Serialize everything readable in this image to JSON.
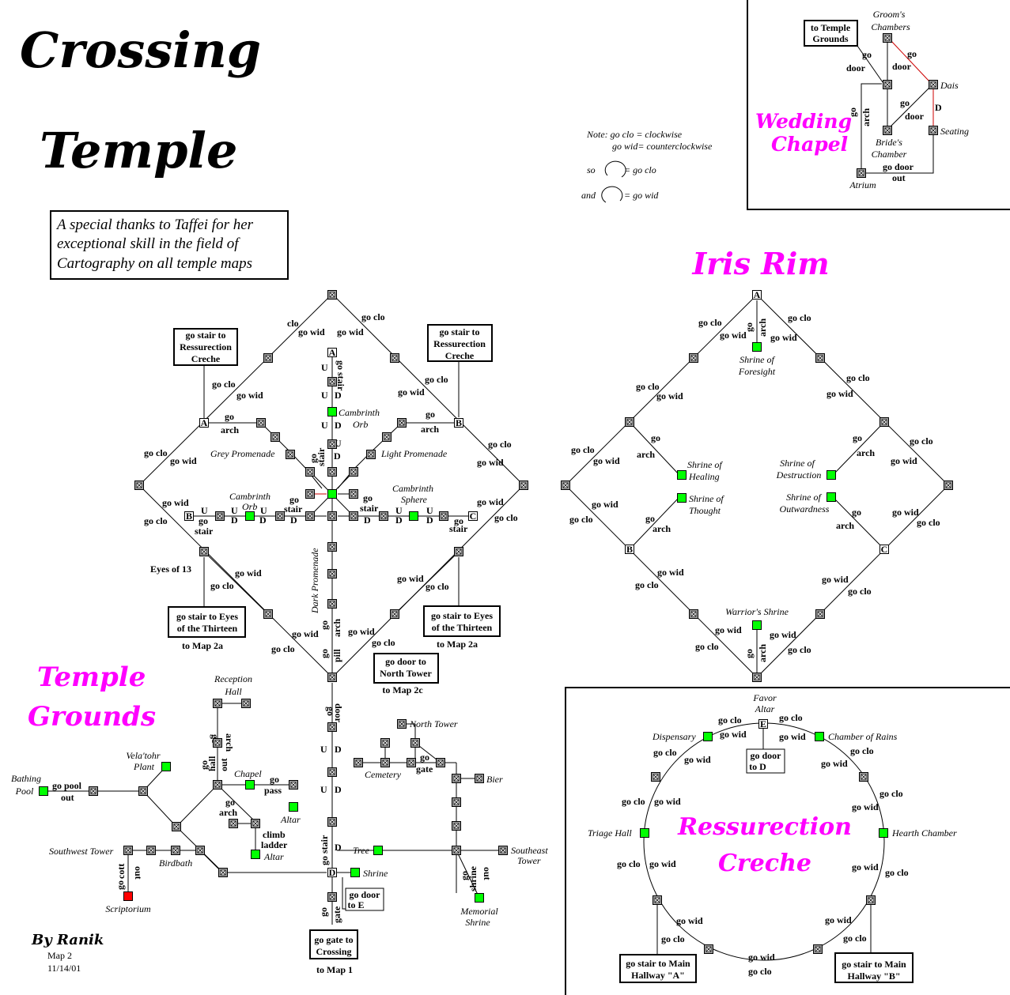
{
  "title": {
    "line1": "Crossing",
    "line2": "Temple"
  },
  "thanks": [
    "A special thanks to Taffei for her",
    "exceptional skill in the field of",
    "Cartography on all temple maps"
  ],
  "note": {
    "line1": "Note: go clo = clockwise",
    "line2": "go wid= counterclockwise",
    "so": "so",
    "so_eq": "= go clo",
    "and": "and",
    "and_eq": "= go wid"
  },
  "sections": {
    "wedding": [
      "Wedding",
      "Chapel"
    ],
    "iris": "Iris Rim",
    "grounds": [
      "Temple",
      "Grounds"
    ],
    "creche": [
      "Ressurection",
      "Creche"
    ]
  },
  "credits": {
    "by": "By Ranik",
    "map": "Map 2",
    "date": "11/14/01"
  },
  "exits": {
    "res_left": [
      "go stair to",
      "Ressurection",
      "Creche"
    ],
    "res_right": [
      "go stair to",
      "Ressurection",
      "Creche"
    ],
    "eyes_left": [
      "go stair to Eyes",
      "of the Thirteen"
    ],
    "eyes_right": [
      "go stair to Eyes",
      "of the Thirteen"
    ],
    "map2a": "to Map 2a",
    "north_tower_exit": [
      "go door to",
      "North Tower"
    ],
    "map2c": "to Map 2c",
    "gate": [
      "go gate to",
      "Crossing"
    ],
    "map1": "to Map 1",
    "door_e": [
      "go door",
      "to E"
    ],
    "wedding_grounds": [
      "to Temple",
      "Grounds"
    ],
    "creche_door_d": [
      "go door",
      "to D"
    ],
    "main_a": [
      "go stair to Main",
      "Hallway \"A\""
    ],
    "main_b": [
      "go stair to Main",
      "Hallway \"B\""
    ]
  },
  "rooms": {
    "eyes": "Eyes of 13",
    "grey": "Grey Promenade",
    "light": "Light Promenade",
    "dark": "Dark Promenade",
    "cambrinth_orb_top": [
      "Cambrinth",
      "Orb"
    ],
    "cambrinth_orb_left": [
      "Cambrinth",
      "Orb"
    ],
    "cambrinth_sphere": [
      "Cambrinth",
      "Sphere"
    ],
    "groom": [
      "Groom's",
      "Chambers"
    ],
    "dais": "Dais",
    "bride": [
      "Bride's",
      "Chamber"
    ],
    "seating": "Seating",
    "atrium": "Atrium",
    "foresight": [
      "Shrine of",
      "Foresight"
    ],
    "healing": [
      "Shrine of",
      "Healing"
    ],
    "thought": [
      "Shrine of",
      "Thought"
    ],
    "destruction": [
      "Shrine of",
      "Destruction"
    ],
    "outwardness": [
      "Shrine of",
      "Outwardness"
    ],
    "warrior": "Warrior's Shrine",
    "reception": [
      "Reception",
      "Hall"
    ],
    "velatohr": [
      "Vela'tohr",
      "Plant"
    ],
    "bathing": [
      "Bathing",
      "Pool"
    ],
    "chapel": "Chapel",
    "altar1": "Altar",
    "altar2": "Altar",
    "sw_tower": "Southwest Tower",
    "birdbath": "Birdbath",
    "scriptorium": "Scriptorium",
    "tree": "Tree",
    "shrine": "Shrine",
    "se_tower": [
      "Southeast",
      "Tower"
    ],
    "memorial": [
      "Memorial",
      "Shrine"
    ],
    "north_tower": "North Tower",
    "cemetery": "Cemetery",
    "bier": "Bier",
    "favor": [
      "Favor",
      "Altar"
    ],
    "dispensary": "Dispensary",
    "chamber_rains": "Chamber of Rains",
    "triage": "Triage Hall",
    "hearth": "Hearth Chamber"
  },
  "cmd": {
    "go_clo": "go clo",
    "go_wid": "go wid",
    "clo": "clo",
    "go": "go",
    "arch": "arch",
    "stair": "stair",
    "door": "door",
    "U": "U",
    "D": "D",
    "A": "A",
    "B": "B",
    "C": "C",
    "E": "E",
    "pill": "pill",
    "hall": "hall",
    "out": "out",
    "pass": "pass",
    "go_pool": "go pool",
    "climb": "climb",
    "ladder": "ladder",
    "gate": "gate",
    "shrine": "shrine",
    "cott": "cott",
    "go_door": "go door",
    "go_stair": "go stair"
  },
  "colors": {
    "accent": "#ff00ff",
    "room": "#9a9a9a",
    "special": "#00ff00",
    "scriptorium": "#ff0000"
  }
}
